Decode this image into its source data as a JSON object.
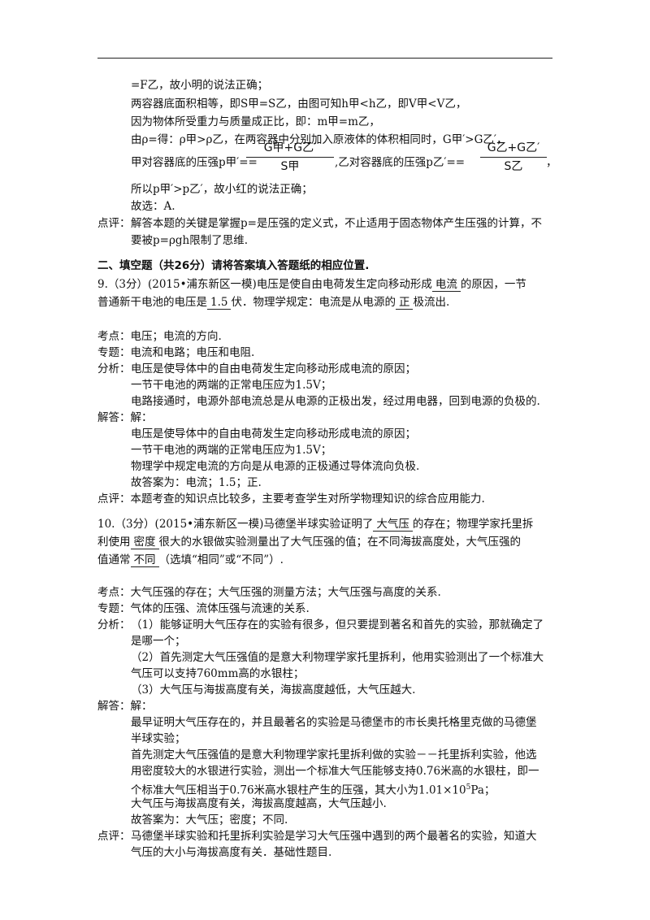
{
  "part1": {
    "l1": "=F乙，故小明的说法正确；",
    "l2": "两容器底面积相等，即S甲=S乙，由图可知h甲<h乙，即V甲<V乙，",
    "l3": "因为物体所受重力与质量成正比，即：m甲=m乙，",
    "l4": "由ρ=得：ρ甲>ρ乙，在两容器中分别加入原液体的体积相同时，G甲′>G乙′，",
    "l5_a": "甲对容器底的压强p甲′==",
    "frac1_num": "G甲+G乙′",
    "frac1_den": "S甲",
    "l5_b": ",乙对容器底的压强p乙′==",
    "frac2_num": "G乙+G乙′",
    "frac2_den": "S乙",
    "l5_c": "，",
    "l6": "所以p甲′>p乙′，故小红的说法正确；",
    "l7": "故选：A.",
    "comment_label": "点评：",
    "comment_1": "解答本题的关键是掌握p=是压强的定义式，不止适用于固态物体产生压强的计算，不",
    "comment_2": "要被p=ρgh限制了思维."
  },
  "section2_title": "二、填空题（共26分）请将答案填入答题纸的相应位置.",
  "q9": {
    "line1_a": "9.（3分）(2015•浦东新区一模)电压是使自由电荷发生定向移动形成",
    "blank1": "电流",
    "line1_b": "的原因，一节",
    "line2_a": "普通新干电池的电压是",
    "blank2": "1.5",
    "line2_b": "伏．物理学规定：电流是从电源的",
    "blank3": "正",
    "line2_c": "极流出.",
    "kd": "考点：电压；电流的方向.",
    "zt": "专题：电流和电路；电压和电阻.",
    "fx_label": "分析：",
    "fx1": "电压是使导体中的自由电荷发生定向移动形成电流的原因；",
    "fx2": "一节干电池的两端的正常电压应为1.5V；",
    "fx3": "电路接通时，电源外部电流总是从电源的正极出发，经过用电器，回到电源的负极的.",
    "jd": "解答：解：",
    "jd1": "电压是使导体中的自由电荷发生定向移动形成电流的原因；",
    "jd2": "一节干电池的两端的正常电压应为1.5V；",
    "jd3": "物理学中规定电流的方向是从电源的正极通过导体流向负极.",
    "jd4": "故答案为：电流；1.5；正.",
    "dp": "点评：本题考查的知识点比较多，主要考查学生对所学物理知识的综合应用能力."
  },
  "q10": {
    "line1_a": "10.（3分）(2015•浦东新区一模)马德堡半球实验证明了",
    "blank1": "大气压",
    "line1_b": "的存在；物理学家托里拆",
    "line2_a": "利使用",
    "blank2": "密度",
    "line2_b": "很大的水银做实验测量出了大气压强的值；在不同海拔高度处，大气压强的",
    "line3_a": "值通常",
    "blank3": "不同",
    "line3_b": "（选填“相同”或“不同”）.",
    "kd": "考点：大气压强的存在；大气压强的测量方法；大气压强与高度的关系.",
    "zt": "专题：气体的压强、流体压强与流速的关系.",
    "fx_label": "分析：",
    "fx1": "（1）能够证明大气压存在的实验有很多，但只要提到著名和首先的实验，那就确定了",
    "fx1b": "是哪一个；",
    "fx2": "（2）首先测定大气压强值的是意大利物理学家托里拆利，他用实验测出了一个标准大",
    "fx2b": "气压可以支持760mm高的水银柱；",
    "fx3": "（3）大气压与海拔高度有关，海拔高度越低，大气压越大.",
    "jd": "解答：解：",
    "jd1": "最早证明大气压存在的，并且最著名的实验是马德堡市的市长奥托格里克做的马德堡",
    "jd1b": "半球实验；",
    "jd2": "首先测定大气压强值的是意大利物理学家托里拆利做的实验－－托里拆利实验，他选",
    "jd2b": "用密度较大的水银进行实验，测出一个标准大气压能够支持0.76米高的水银柱，即一",
    "jd2c_a": "个标准大气压相当于0.76米高水银柱产生的压强，其大小为1.01×10",
    "jd2c_sup": "5",
    "jd2c_b": "Pa；",
    "jd3": "大气压与海拔高度有关，海拔高度越高，大气压越小.",
    "jd4": "故答案为：大气压；密度；不同.",
    "dp_label": "点评：",
    "dp1": "马德堡半球实验和托里拆利实验是学习大气压强中遇到的两个最著名的实验，知道大",
    "dp2": "气压的大小与海拔高度有关．基础性题目."
  }
}
